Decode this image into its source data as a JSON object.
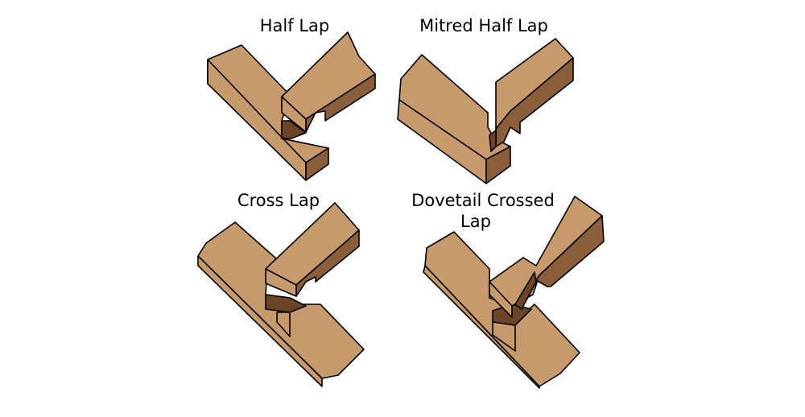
{
  "joints": [
    {
      "id": "half-lap",
      "title_lines": [
        "Half Lap"
      ]
    },
    {
      "id": "mitred-half-lap",
      "title_lines": [
        "Mitred Half Lap"
      ]
    },
    {
      "id": "cross-lap",
      "title_lines": [
        "Cross Lap"
      ]
    },
    {
      "id": "dovetail-crossed-lap",
      "title_lines": [
        "Dovetail Crossed",
        "Lap"
      ]
    }
  ],
  "colors": {
    "wood_top": "#c69a6a",
    "wood_side": "#8a5e38",
    "wood_dark": "#6b4526",
    "edge": "#000000",
    "background": "#ffffff"
  }
}
